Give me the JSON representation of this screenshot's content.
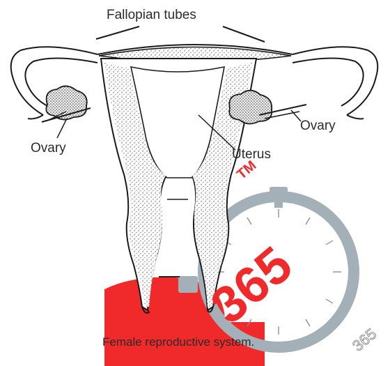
{
  "diagram": {
    "labels": {
      "fallopian_tubes": "Fallopian tubes",
      "ovary_left": "Ovary",
      "ovary_right": "Ovary",
      "uterus": "Uterus"
    },
    "caption": "Female reproductive system."
  },
  "watermark": {
    "logo_text": "365",
    "mark_text": "TM",
    "trail_text": "365",
    "colors": {
      "brand_red": "#f0292b",
      "stopwatch_gray": "#a3b0b8",
      "outline": "#1a1a1a",
      "stipple": "#555555"
    }
  }
}
